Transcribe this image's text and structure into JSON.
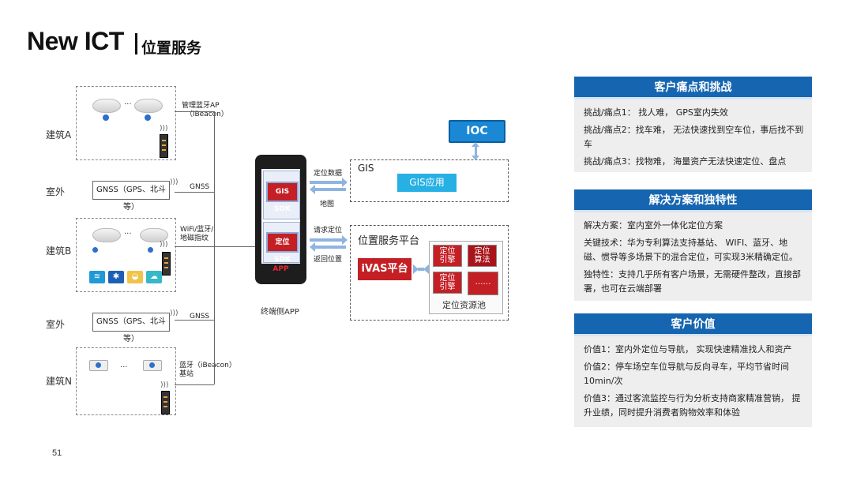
{
  "header": {
    "title": "New ICT",
    "subtitle": "位置服务"
  },
  "page_number": "51",
  "diagram": {
    "buildings": [
      {
        "label": "建筑A",
        "ap_label": "管理蓝牙AP",
        "ap_sub": "（iBeacon）"
      },
      {
        "label": "建筑B",
        "ap_label": "WiFi/蓝牙/",
        "ap_sub": "地磁指纹"
      },
      {
        "label": "建筑N",
        "ap_label": "蓝牙（iBeacon）",
        "ap_sub": "基站"
      }
    ],
    "outdoor": [
      {
        "label": "室外",
        "box": "GNSS（GPS、北斗等）",
        "link": "GNSS"
      },
      {
        "label": "室外",
        "box": "GNSS（GPS、北斗等）",
        "link": "GNSS"
      }
    ],
    "ellipsis": "...",
    "phone": {
      "gis_sdk": "GIS SDK",
      "loc_sdk": "定位SDK",
      "app": "APP",
      "caption": "终端侧APP"
    },
    "arrows": {
      "loc_data": "定位数据",
      "map": "地图",
      "request": "请求定位",
      "return": "返回位置"
    },
    "gis": {
      "title": "GIS",
      "app": "GIS应用"
    },
    "ioc": "IOC",
    "platform": {
      "title": "位置服务平台",
      "ivas": "iVAS平台",
      "engines": [
        "定位\n引擎",
        "定位\n算法",
        "定位\n引擎",
        "……"
      ],
      "pool": "定位资源池"
    }
  },
  "panels": [
    {
      "title": "客户痛点和挑战",
      "items": [
        "挑战/痛点1： 找人难， GPS室内失效",
        "挑战/痛点2：找车难， 无法快速找到空车位，事后找不到车",
        "挑战/痛点3：找物难， 海量资产无法快速定位、盘点"
      ]
    },
    {
      "title": "解决方案和独特性",
      "items": [
        "解决方案：室内室外一体化定位方案",
        "关键技术：华为专利算法支持基站、 WIFI、蓝牙、地磁、惯导等多场景下的混合定位，可实现3米精确定位。",
        "独特性：支持几乎所有客户场景，无需硬件整改，直接部署，也可在云端部署"
      ]
    },
    {
      "title": "客户价值",
      "items": [
        "价值1：室内外定位与导航， 实现快速精准找人和资产",
        "价值2：停车场空车位导航与反向寻车，平均节省时间10min/次",
        "价值3：通过客流监控与行为分析支持商家精准营销， 提升业绩，同时提升消费者购物效率和体验"
      ]
    }
  ],
  "colors": {
    "panel_header": "#1565b0",
    "sdk_red": "#c41f25",
    "ioc_blue": "#1a88d4",
    "gis_app": "#26b0e4"
  }
}
